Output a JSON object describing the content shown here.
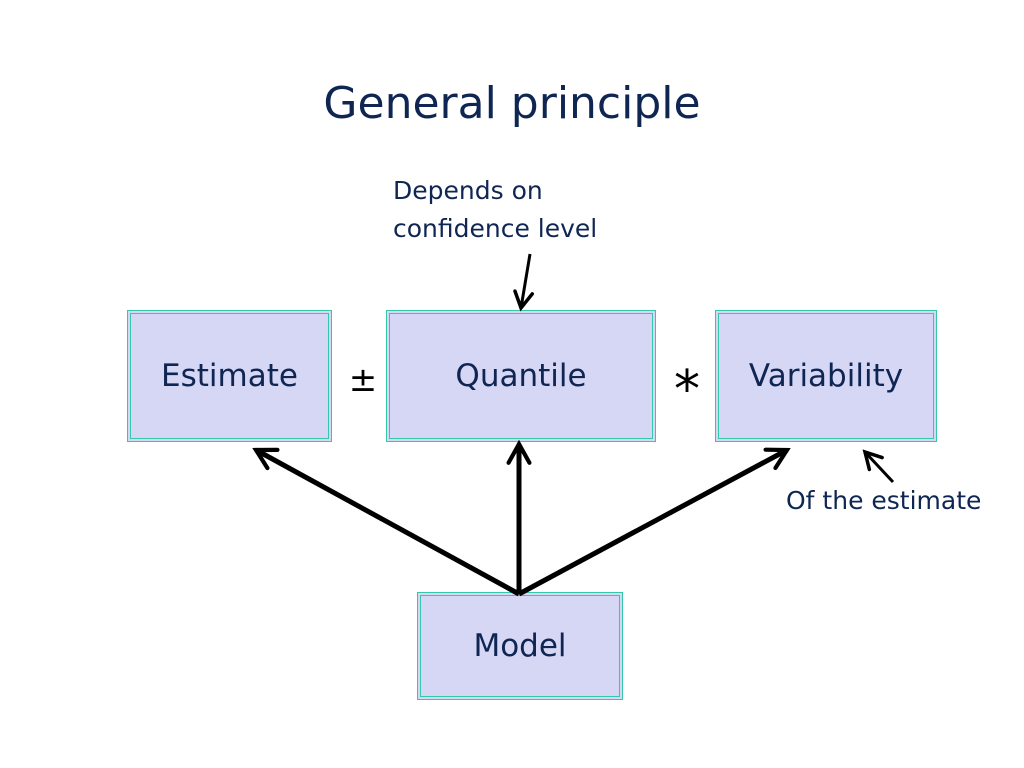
{
  "slide": {
    "title": "General principle"
  },
  "boxes": {
    "estimate": "Estimate",
    "quantile": "Quantile",
    "variability": "Variability",
    "model": "Model"
  },
  "operators": {
    "plus_minus": "±",
    "multiply": "*"
  },
  "annotations": {
    "confidence_line1": "Depends on",
    "confidence_line2": "confidence level",
    "of_estimate": "Of the estimate"
  },
  "colors": {
    "box_fill": "#d6d6f5",
    "box_border": "#33c8a8",
    "text": "#0f2552",
    "arrow": "#000000"
  }
}
